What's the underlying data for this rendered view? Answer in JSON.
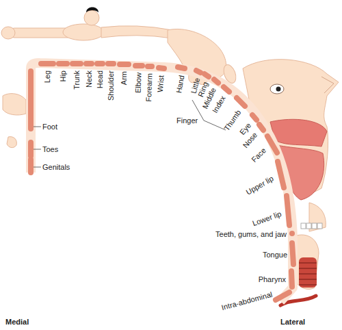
{
  "diagram": {
    "labels": [
      "Leg",
      "Hip",
      "Trunk",
      "Neck",
      "Head",
      "Shoulder",
      "Arm",
      "Elbow",
      "Forearm",
      "Wrist",
      "Hand",
      "Little",
      "Ring",
      "Middle",
      "Index",
      "Thumb",
      "Eye",
      "Nose",
      "Face",
      "Upper lip",
      "Lower lip",
      "Teeth, gums, and jaw",
      "Tongue",
      "Pharynx",
      "Intra-abdominal",
      "Foot",
      "Toes",
      "Genitals",
      "Finger",
      "Medial",
      "Lateral"
    ]
  }
}
